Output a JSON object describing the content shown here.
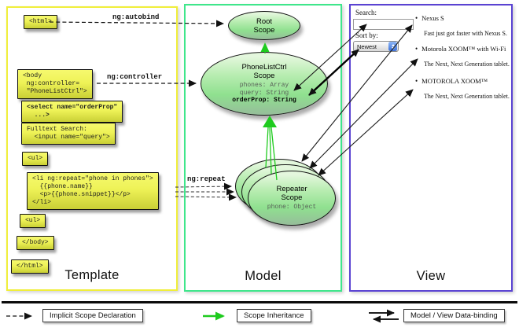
{
  "panels": {
    "template": {
      "label": "Template"
    },
    "model": {
      "label": "Model"
    },
    "view": {
      "label": "View"
    }
  },
  "template_code": {
    "html_open": "<html>",
    "body_open": "<body\n ng:controller=\n \"PhoneListCtrl\">",
    "select_tag": "<select name=\"orderProp\"\n  ...>",
    "fulltext": "Fulltext Search:\n  <input name=\"query\">",
    "ul_open": "<ul>",
    "li_repeat": "<li ng:repeat=\"phone in phones\">\n  {{phone.name}}\n  <p>{{phone.snippet}}</p>\n</li>",
    "ul_close": "<ul>",
    "body_close": "</body>",
    "html_close": "</html>"
  },
  "arrow_labels": {
    "autobind": "ng:autobind",
    "controller": "ng:controller",
    "repeat": "ng:repeat"
  },
  "scopes": {
    "root": {
      "title": "Root\nScope"
    },
    "phonelist": {
      "title": "PhoneListCtrl\nScope",
      "props": "phones: Array\nquery: String",
      "prop_bold": "orderProp: String"
    },
    "repeater": {
      "title": "Repeater\nScope",
      "prop": "phone: Object"
    }
  },
  "view": {
    "search_label": "Search:",
    "search_value": "",
    "sort_label": "Sort by:",
    "sort_value": "Newest",
    "items": [
      {
        "title": "Nexus S",
        "desc": "Fast just got faster with Nexus S."
      },
      {
        "title": "Motorola XOOM™ with Wi-Fi",
        "desc": "The Next, Next Generation tablet."
      },
      {
        "title": "MOTOROLA XOOM™",
        "desc": "The Next, Next Generation tablet."
      }
    ]
  },
  "legend": {
    "implicit": "Implicit Scope Declaration",
    "inheritance": "Scope Inheritance",
    "databinding": "Model / View Data-binding"
  },
  "colors": {
    "template_border": "#f0ee3a",
    "model_border": "#3fe68b",
    "view_border": "#5a43d2",
    "box_yellow": "#eef257",
    "scope_green": "#8fe08f",
    "arrow_green": "#1ecb1e"
  }
}
